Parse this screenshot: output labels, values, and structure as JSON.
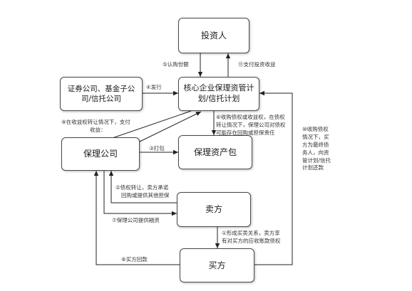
{
  "nodes": {
    "investor": "投资人",
    "spv_line1": "核心企业保理资管计",
    "spv_line2": "划/信托计划",
    "securities_line1": "证券公司、基金子公",
    "securities_line2": "司/信托公司",
    "factoring": "保理公司",
    "asset_pool": "保理资产包",
    "seller": "卖方",
    "buyer": "买方"
  },
  "edges": {
    "e1_line1": "①形成买卖关系，卖方享",
    "e1_line2": "有对买方的应收账款债权",
    "e2_line1": "②债权转让，卖方承诺",
    "e2_line2": "回购或提供其他担保",
    "e3": "③打包",
    "e4": "④发行",
    "e5": "⑤认购份额",
    "e6_line1": "⑥收购债权或收益权，在债权",
    "e6_line2": "转让情况下，保理公司对债权",
    "e6_line3": "可能存在回购或担保责任",
    "e7": "⑦保理公司提供融资",
    "e8": "⑧买方回款",
    "e9_line1": "⑨在收益权转让情况下，支付",
    "e9_line2": "收益：",
    "e10_line1": "⑩收购债权",
    "e10_line2": "情况下，买",
    "e10_line3": "方为最终债",
    "e10_line4": "务人，向资",
    "e10_line5": "管计划/信托",
    "e10_line6": "计划还款",
    "e11": "⑪支付投资收益"
  }
}
